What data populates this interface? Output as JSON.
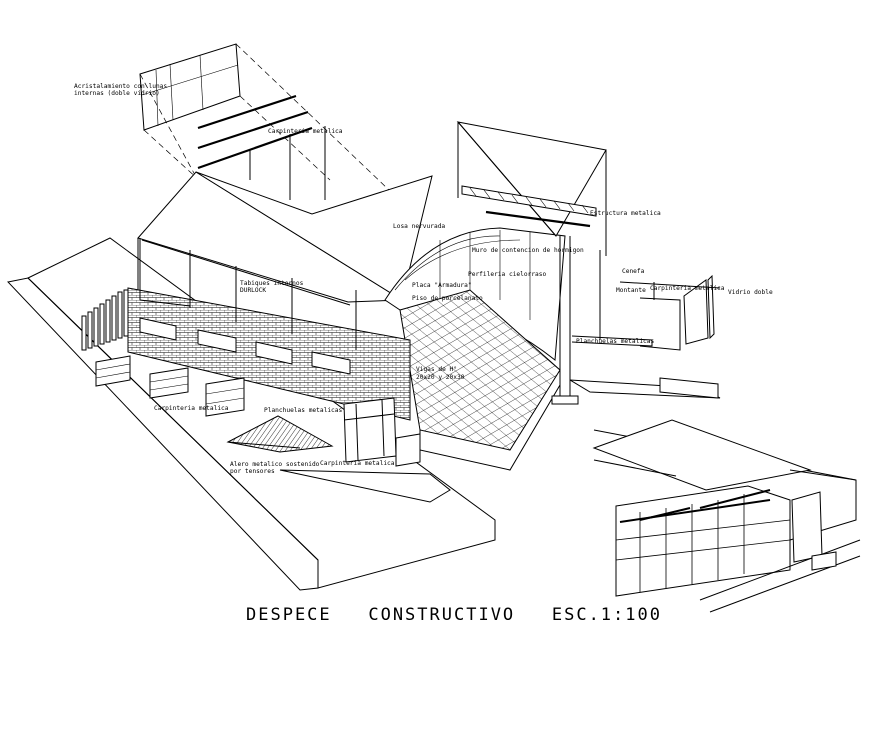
{
  "title": "DESPECE   CONSTRUCTIVO   ESC.1:100",
  "labels": {
    "acristalamiento_1": "Acristalamiento con lunas",
    "acristalamiento_2": "internas (doble vidrio)",
    "carpinteria_top": "Carpinteria metalica",
    "estructura": "Estructura metalica",
    "losa": "Losa nervurada",
    "muro": "Muro de contencion de hormigon",
    "perfileria": "Perfileria cielorraso",
    "tabiques_1": "Tabiques internos",
    "tabiques_2": "DURLOCK",
    "placa": "Placa \"Armadura\"",
    "piso": "Piso de porcelanato",
    "cenefa": "Cenefa",
    "montante": "Montante",
    "carpinteria_right": "Carpinteria metalica",
    "vidrio": "Vidrio doble",
    "planchuelas_right": "Planchuelas metalicas",
    "vigas_1": "Vigas de H°",
    "vigas_2": "20x20 y 20x30",
    "carpinteria_left": "Carpinteria metalica",
    "planchuelas_left": "Planchuelas metalicas",
    "alero_1": "Alero metalico sostenido",
    "alero_2": "por tensores",
    "carpinteria_bottom": "Carpinteria metalica"
  }
}
